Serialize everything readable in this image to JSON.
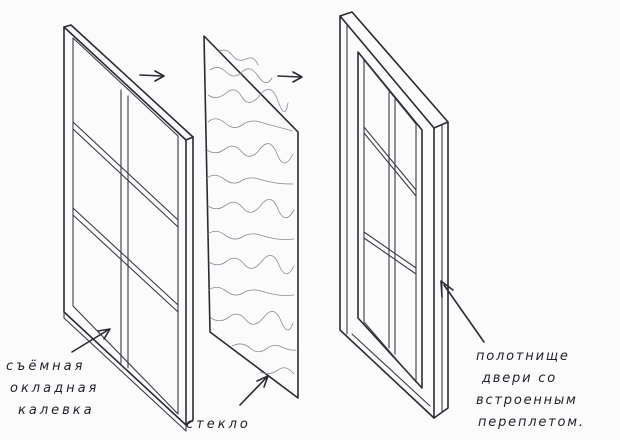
{
  "labels": {
    "sash_line1": "съёмная",
    "sash_line2": "окладная",
    "sash_line3": "калевка",
    "glass": "стекло",
    "door_line1": "полотнище",
    "door_line2": "двери со",
    "door_line3": "встроенным",
    "door_line4": "переплетом."
  },
  "colors": {
    "ink": "#2a2a33",
    "paper": "#fbfbfc"
  }
}
